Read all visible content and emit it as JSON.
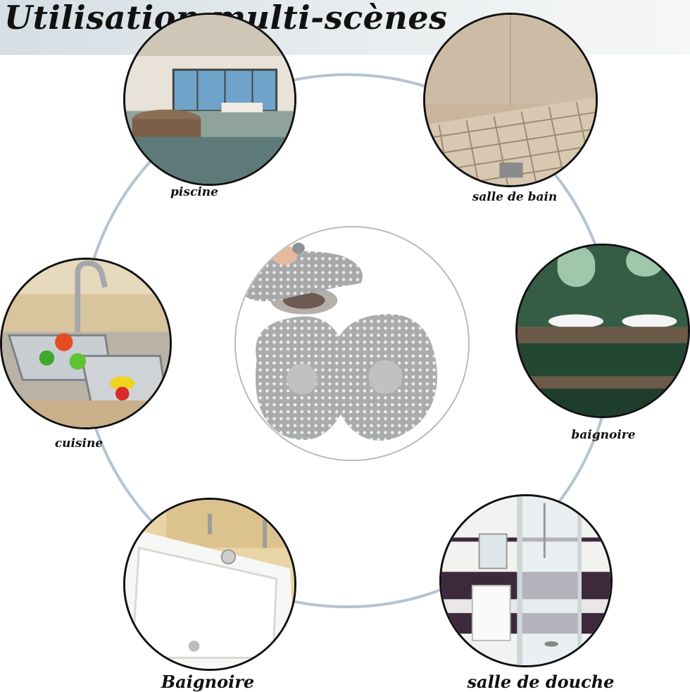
{
  "title": "Utilisation multi-scènes",
  "scenes": [
    {
      "label": "piscine"
    },
    {
      "label": "salle de bain"
    },
    {
      "label": "baignoire"
    },
    {
      "label": "cuisine"
    },
    {
      "label": "Baignoire"
    },
    {
      "label": "salle de douche"
    }
  ],
  "center": {
    "icon": "drain-cover-product"
  },
  "colors": {
    "ring": "#b3c4d1",
    "border": "#111111",
    "header_band": "#e3e9ec"
  }
}
